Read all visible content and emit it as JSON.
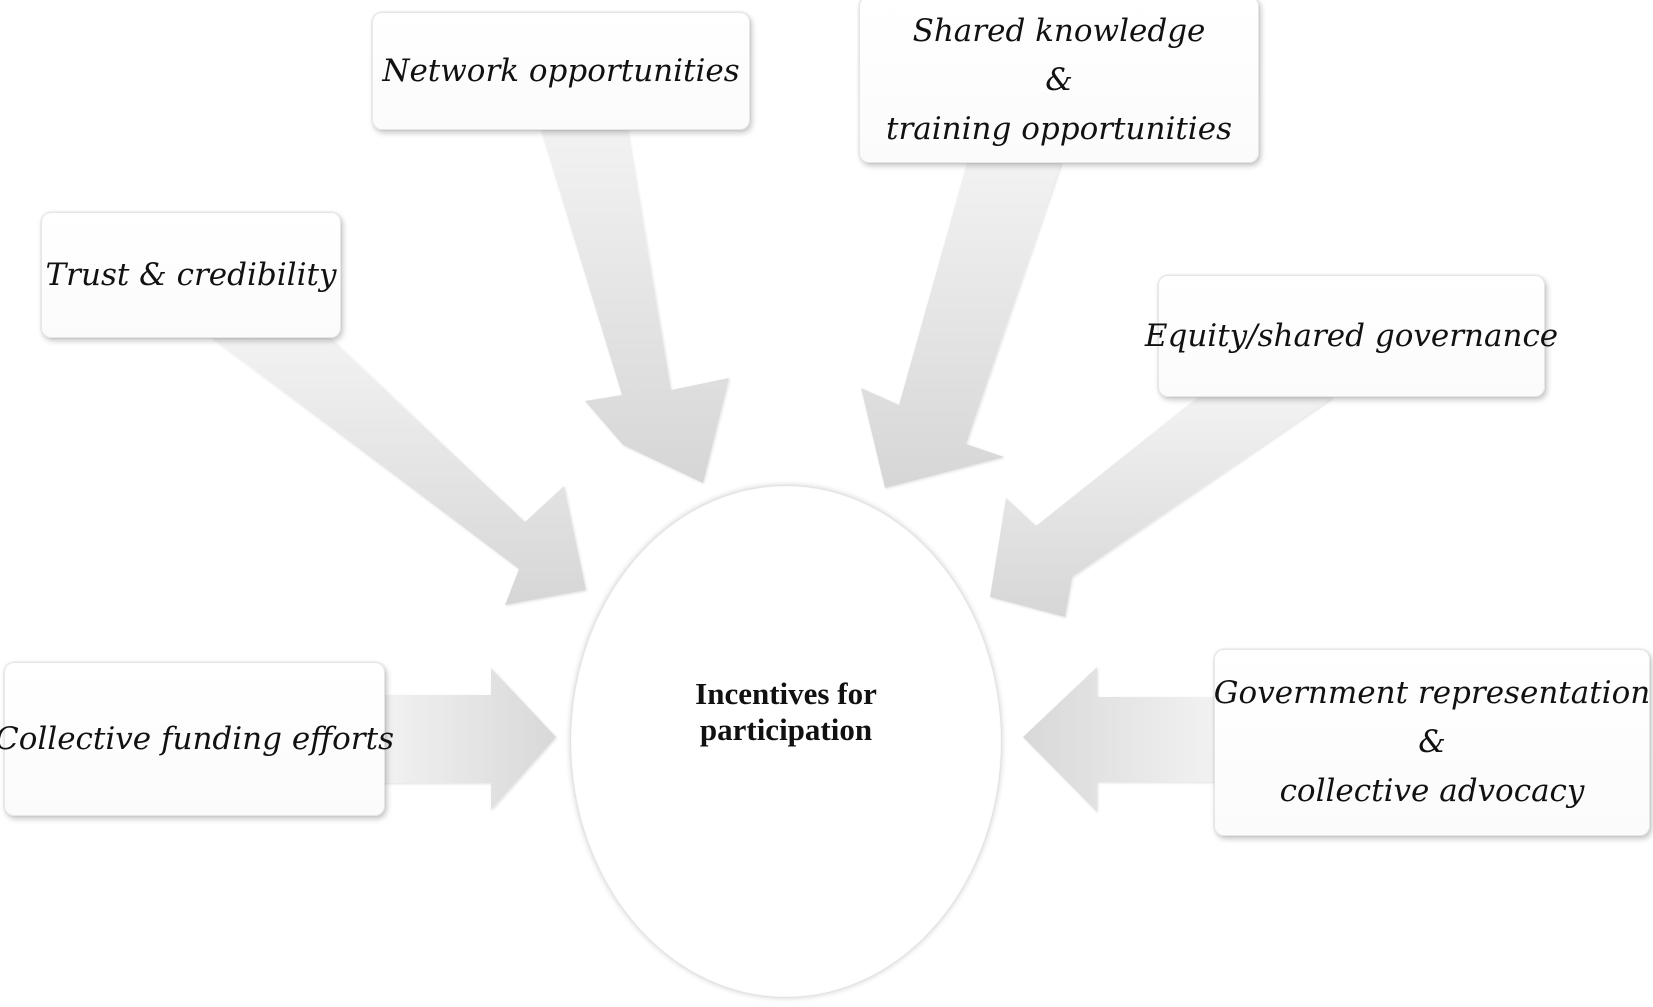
{
  "center": {
    "line1": "Incentives for",
    "line2": "participation"
  },
  "boxes": {
    "network": {
      "text": "Network opportunities"
    },
    "shared_knowledge": {
      "line1": "Shared knowledge",
      "line2": "&",
      "line3": "training opportunities"
    },
    "trust": {
      "text": "Trust & credibility"
    },
    "equity": {
      "text": "Equity/shared governance"
    },
    "funding": {
      "text": "Collective funding efforts"
    },
    "government": {
      "line1": "Government representation",
      "line2": "&",
      "line3": "collective advocacy"
    }
  },
  "colors": {
    "arrow_fill": "#dcdcdc",
    "arrow_fill_light": "#f0f0f0",
    "box_border": "#e6e6e6",
    "text": "#111111"
  }
}
